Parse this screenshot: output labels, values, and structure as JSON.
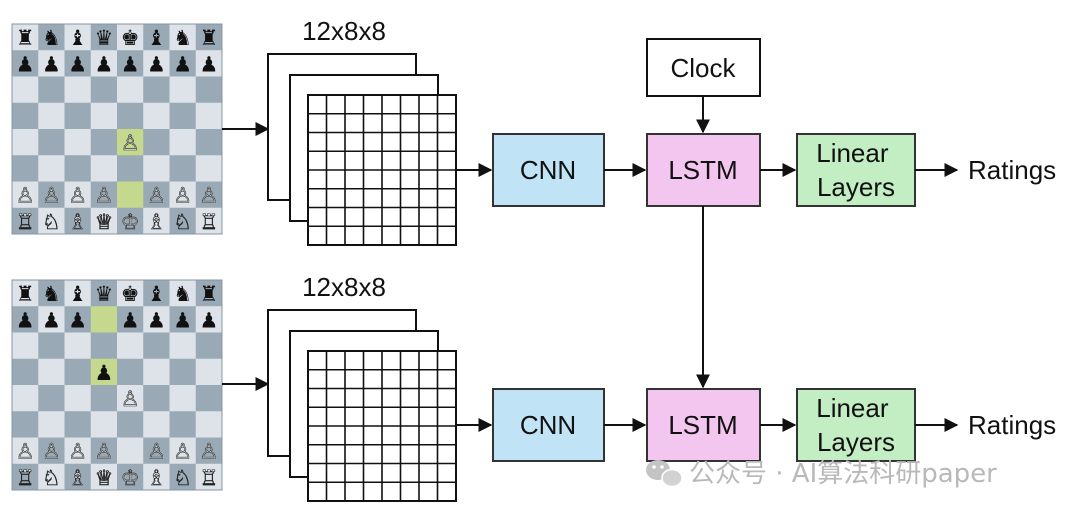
{
  "board_colors": {
    "light": "#dde3e8",
    "dark": "#9aa9b6",
    "highlight": "#c4d98d"
  },
  "icons": {
    "chessboard": "chessboard-icon",
    "arrow": "arrow-icon",
    "wechat": "wechat-icon"
  },
  "rows": [
    {
      "tensor_label": "12x8x8",
      "cnn_label": "CNN",
      "lstm_label": "LSTM",
      "linear_label_line1": "Linear",
      "linear_label_line2": "Layers",
      "output_label": "Ratings",
      "board": [
        "rnbqkbnr",
        "pppppppp",
        "........",
        "........",
        "....P...",
        "........",
        "PPPP.PPP",
        "RNBQKBNR"
      ],
      "highlights": [
        [
          4,
          4
        ],
        [
          6,
          4
        ]
      ]
    },
    {
      "tensor_label": "12x8x8",
      "cnn_label": "CNN",
      "lstm_label": "LSTM",
      "linear_label_line1": "Linear",
      "linear_label_line2": "Layers",
      "output_label": "Ratings",
      "board": [
        "rnbqkbnr",
        "ppp.pppp",
        "........",
        "...p....",
        "....P...",
        "........",
        "PPPP.PPP",
        "RNBQKBNR"
      ],
      "highlights": [
        [
          1,
          3
        ],
        [
          3,
          3
        ]
      ]
    }
  ],
  "clock_label": "Clock",
  "watermark": "公众号 · AI算法科研paper"
}
